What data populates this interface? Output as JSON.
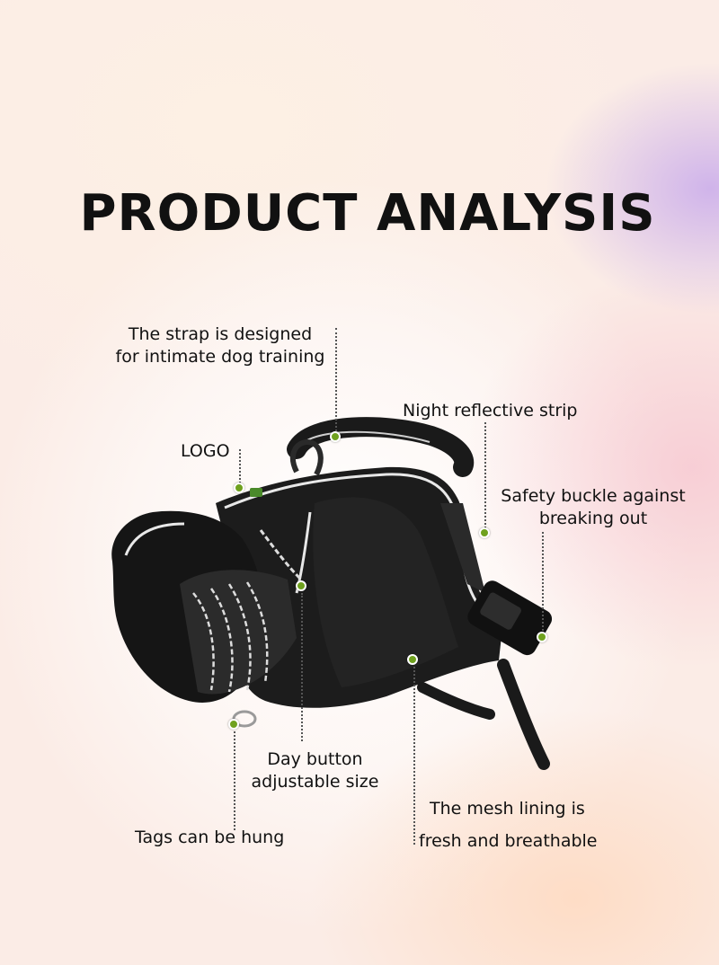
{
  "title": "PRODUCT ANALYSIS",
  "callouts": {
    "strap": {
      "line1": "The strap is designed",
      "line2": "for intimate dog training"
    },
    "reflective": {
      "text": "Night reflective strip"
    },
    "logo": {
      "text": "LOGO"
    },
    "buckle": {
      "line1": "Safety buckle against",
      "line2": "breaking out"
    },
    "button": {
      "line1": "Day button",
      "line2": "adjustable size"
    },
    "mesh": {
      "line1": "The mesh lining is",
      "line2": "fresh and breathable"
    },
    "tags": {
      "text": "Tags can be hung"
    }
  },
  "colors": {
    "marker": "#6fa11e",
    "harness": "#1a1a1a",
    "reflective_trim": "#e8e8e8"
  },
  "product": {
    "name": "black-dog-harness-illustration"
  }
}
